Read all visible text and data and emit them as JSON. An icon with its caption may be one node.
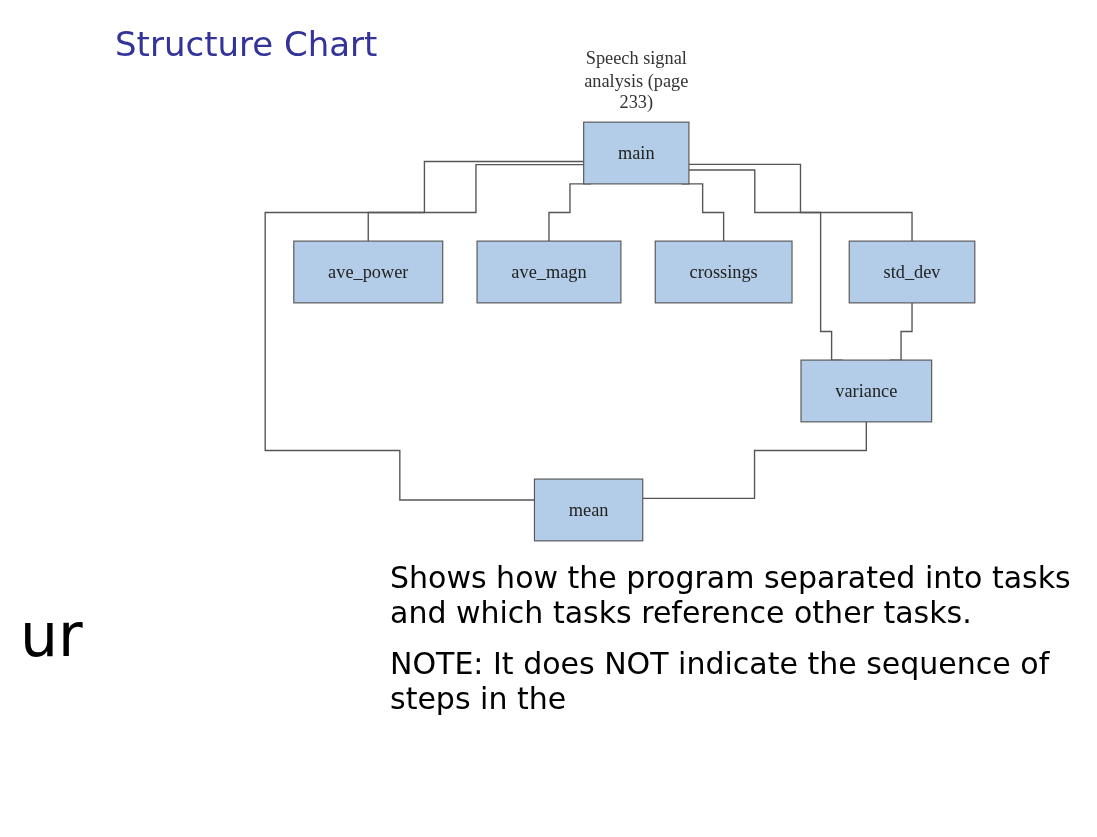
{
  "diagram": {
    "title": "Structure Chart",
    "nodes": [
      {
        "text": [
          "main"
        ],
        "beside": [
          "Speech signal analysis (page 233)"
        ]
      },
      {
        "text": [
          "std_dev"
        ]
      },
      {
        "text": [
          "ave_power"
        ]
      },
      {
        "text": [
          "ave_magn"
        ]
      },
      {
        "text": [
          "crossings"
        ]
      },
      {
        "text": [
          "variance"
        ]
      },
      {
        "text": [
          "mean"
        ]
      }
    ],
    "edges": [
      {
        "from": 0,
        "to": 6,
        "arrow": "none"
      },
      {
        "from": 0,
        "to": 5,
        "arrow": "none"
      },
      {
        "from": 0,
        "to": 1,
        "arrow": "none"
      },
      {
        "from": 0,
        "to": 2,
        "arrow": "none"
      },
      {
        "from": 0,
        "to": 3,
        "arrow": "none"
      },
      {
        "from": 0,
        "to": 4,
        "arrow": "none"
      },
      {
        "from": 1,
        "to": 5,
        "arrow": "none"
      },
      {
        "from": 5,
        "to": 6,
        "arrow": "none"
      }
    ],
    "labels": [
      "ur",
      "Shows how the program separated into tasks and which tasks reference other tasks.",
      "NOTE: It does NOT indicate the sequence of steps in the"
    ]
  }
}
